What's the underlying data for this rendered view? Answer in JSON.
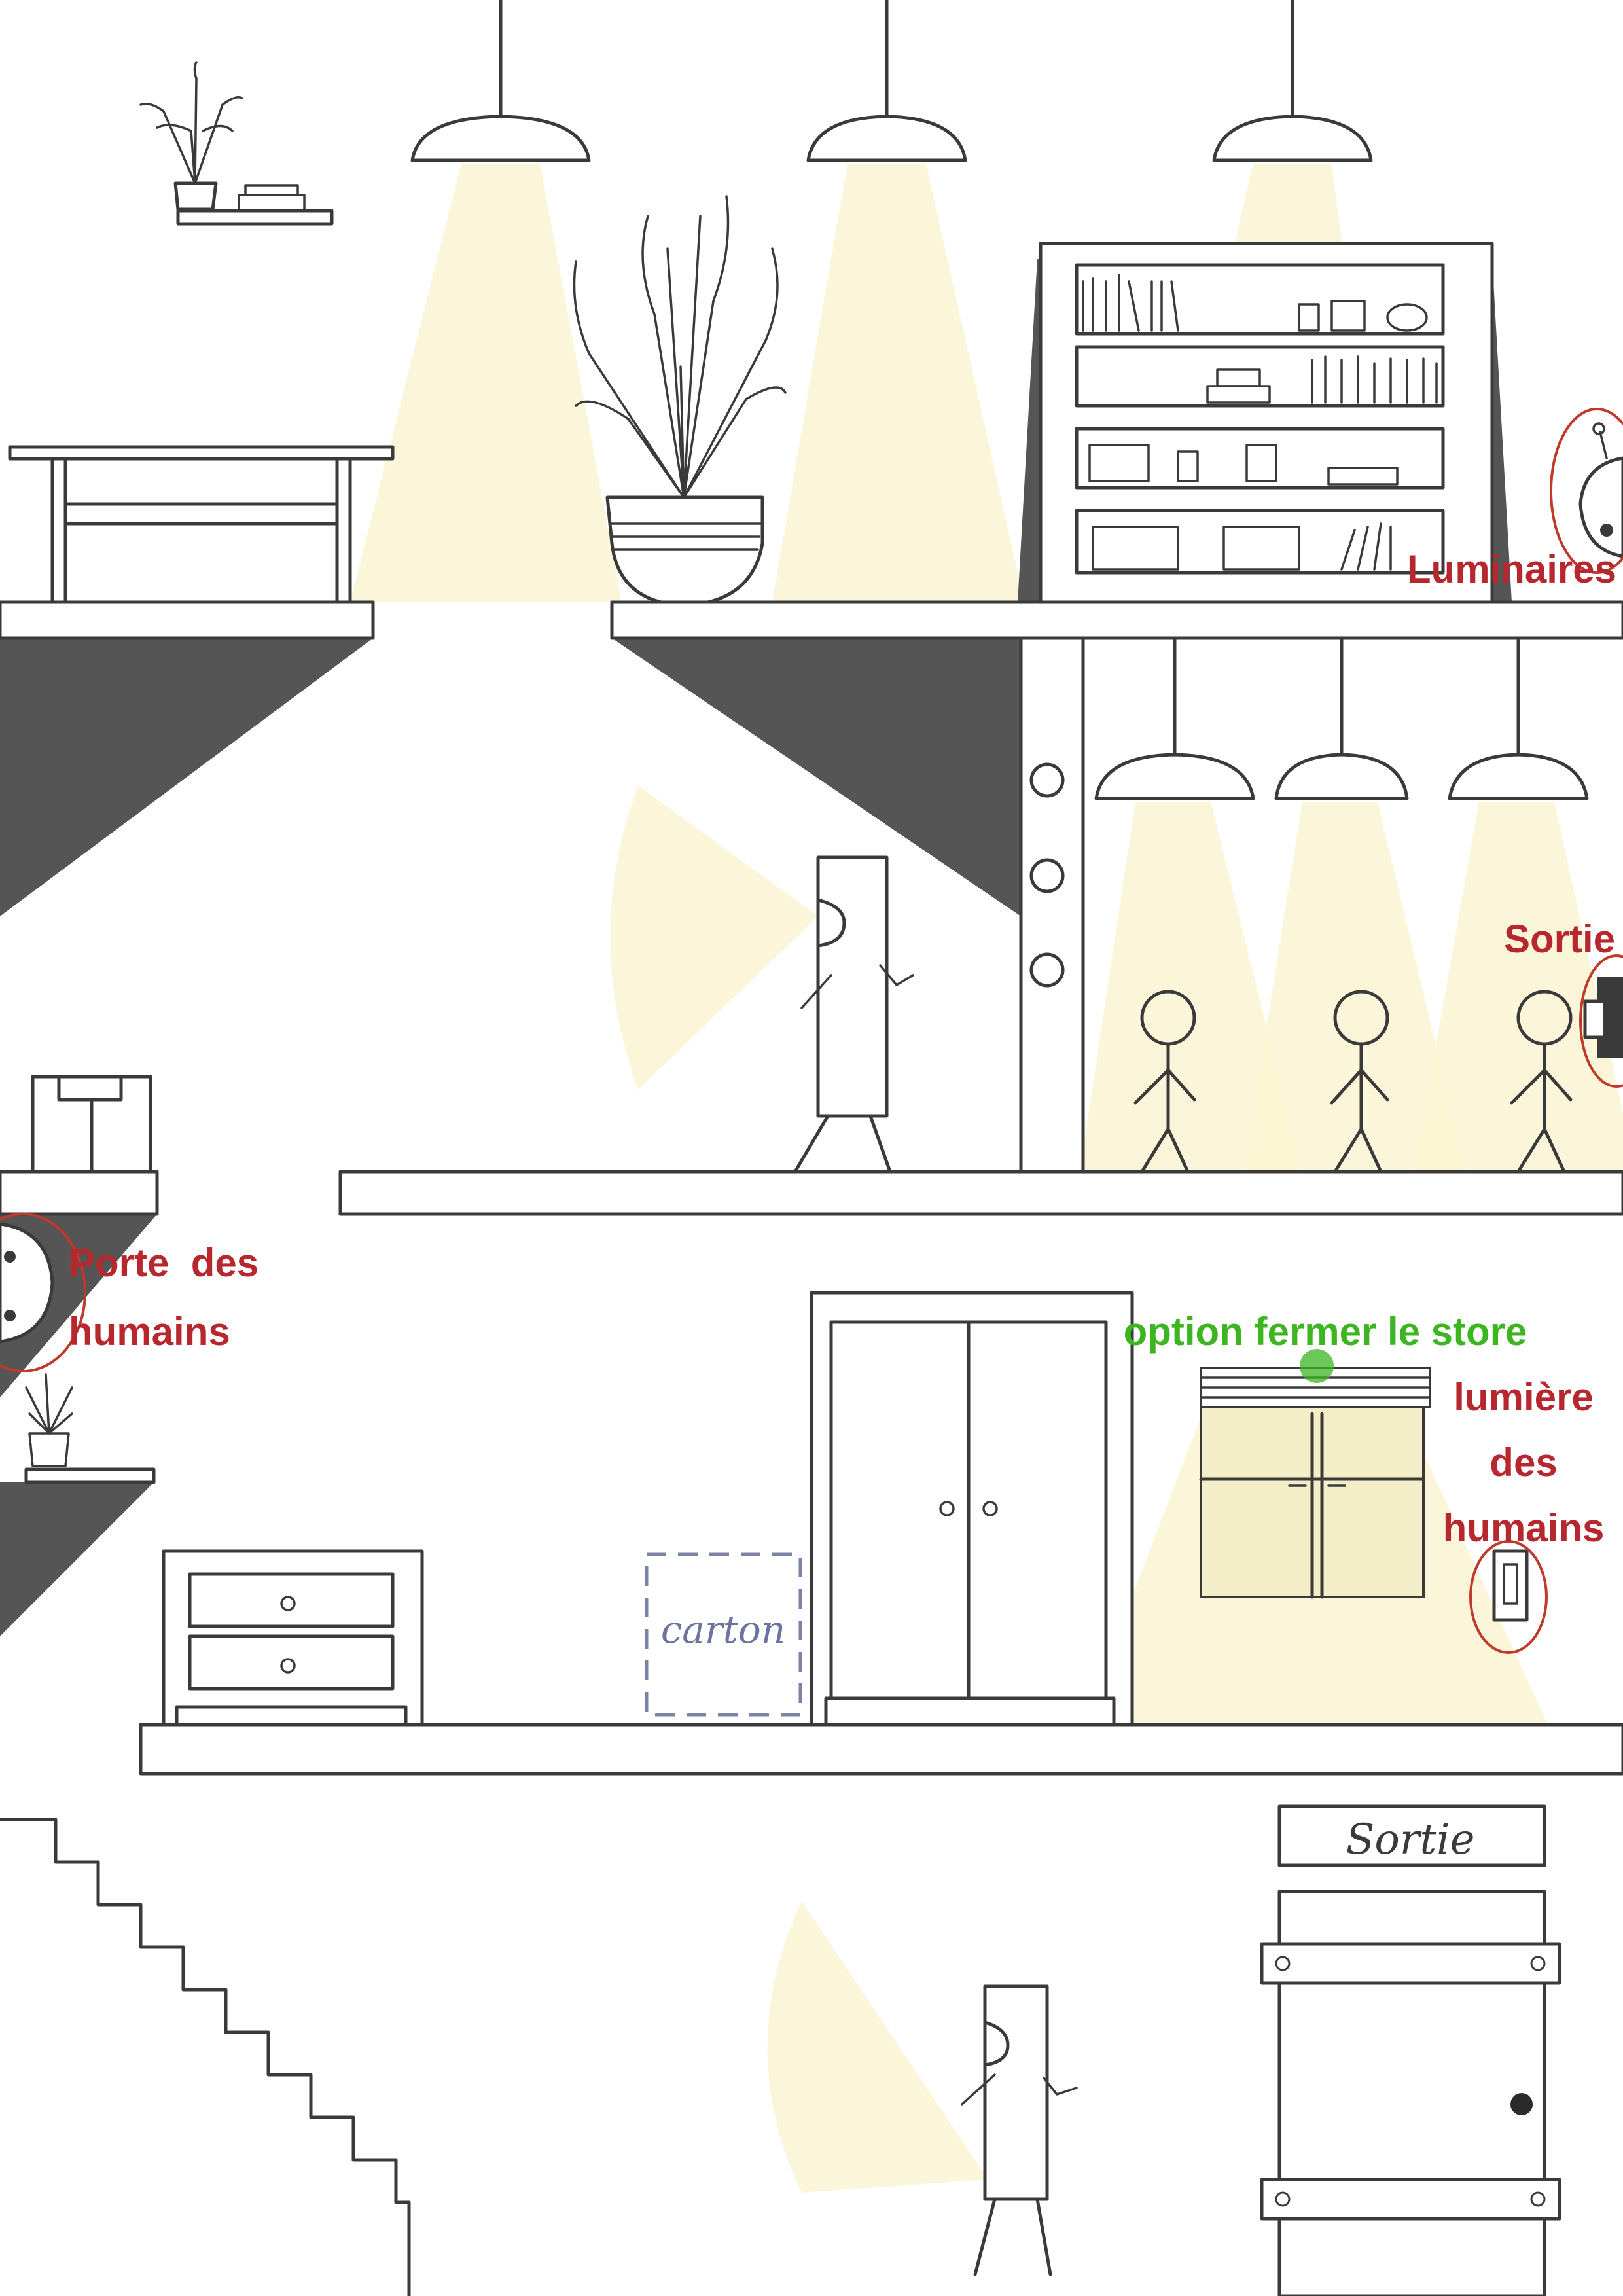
{
  "annotations": {
    "luminaires": "Luminaires",
    "sortie": "Sortie",
    "porte_line1": "Porte  des",
    "porte_line2": "humains",
    "store": "option fermer le store",
    "lumiere_line1": "lumière",
    "lumiere_line2": "des",
    "lumiere_line3": "humains"
  },
  "labels": {
    "carton": "carton",
    "exit_sign": "Sortie"
  },
  "colors": {
    "annotation_red": "#b7282e",
    "annotation_green": "#3cb521",
    "light_beam": "#faf5d2",
    "wall_shadow": "#555555",
    "line": "#3a3a3a",
    "carton_dash": "#7b83a6"
  },
  "icons": [
    "ceiling-lamp-icon",
    "plant-icon",
    "robot-icon",
    "stick-figure-icon",
    "switch-icon",
    "door-icon"
  ]
}
